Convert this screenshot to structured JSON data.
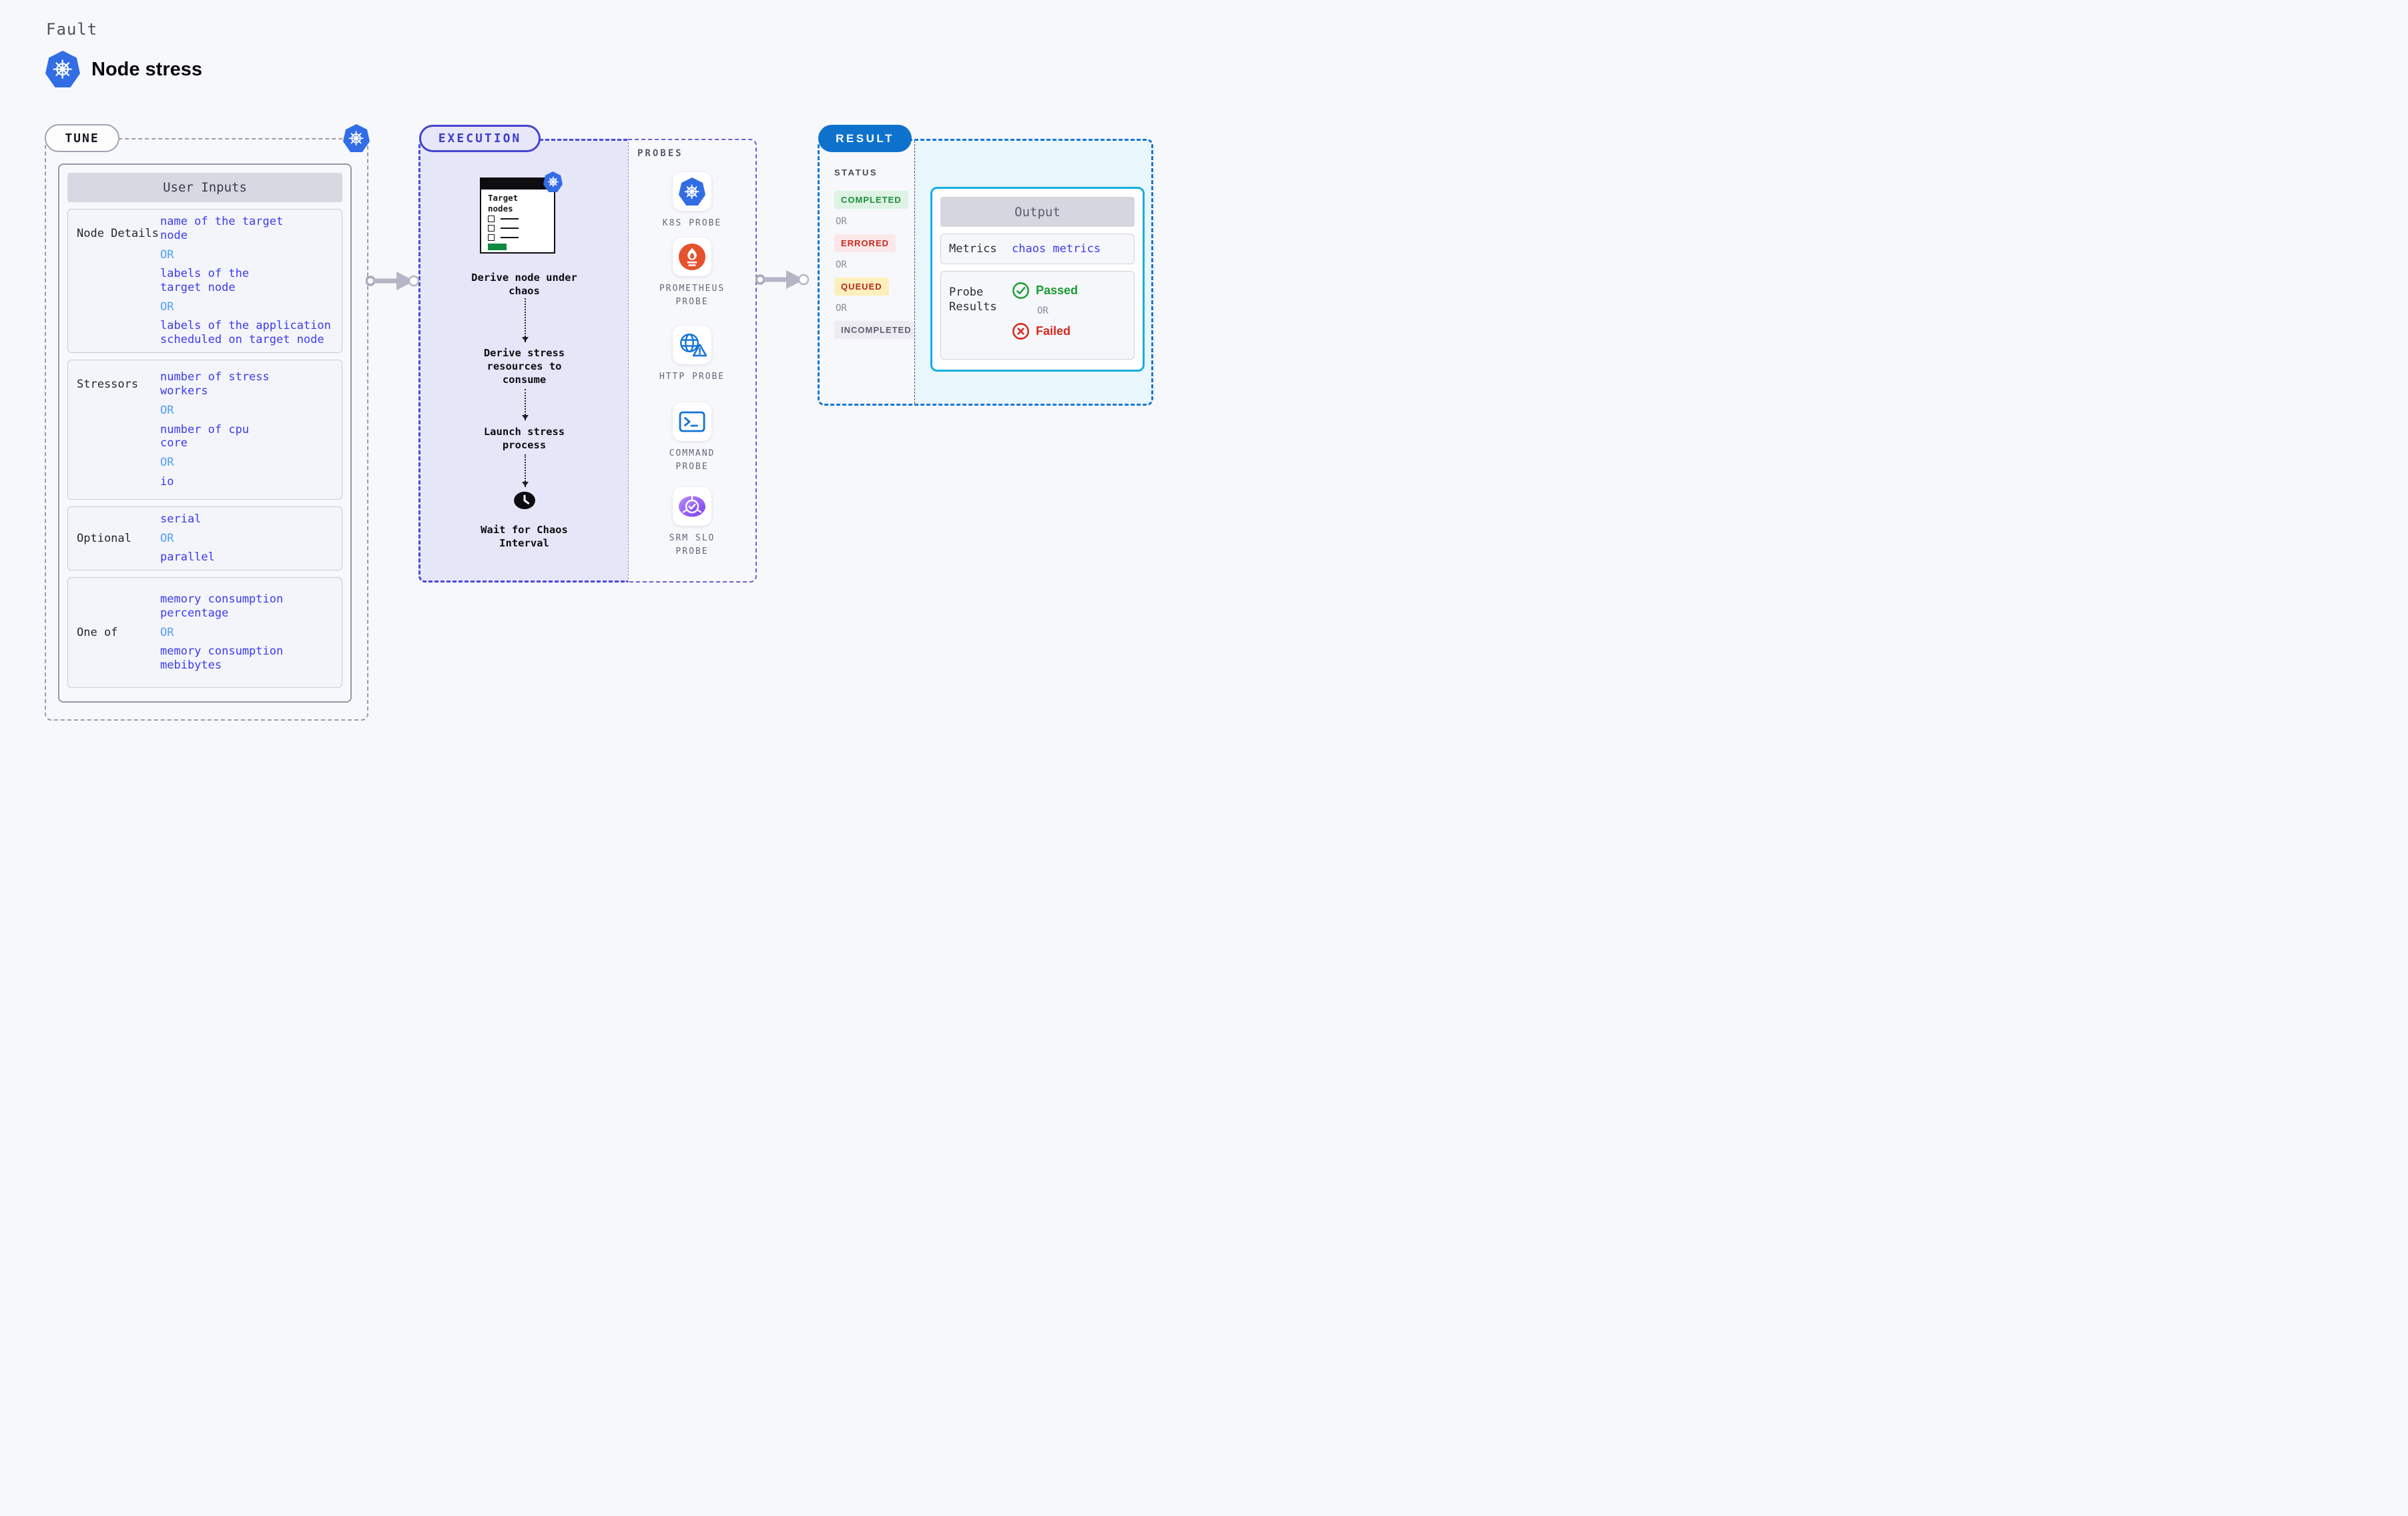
{
  "header": {
    "eyebrow": "Fault",
    "title": "Node stress"
  },
  "shared": {
    "or": "OR"
  },
  "tune": {
    "pill": "TUNE",
    "header": "User Inputs",
    "rows": [
      {
        "label": "Node Details",
        "values": [
          "name of the target\nnode",
          "labels of the\ntarget node",
          "labels of the application\nscheduled on target node"
        ]
      },
      {
        "label": "Stressors",
        "values": [
          "number of stress\nworkers",
          "number of cpu\ncore",
          "io"
        ]
      },
      {
        "label": "Optional",
        "values": [
          "serial",
          "parallel"
        ]
      },
      {
        "label": "One of",
        "values": [
          "memory consumption\npercentage",
          "memory consumption\nmebibytes"
        ]
      }
    ]
  },
  "execution": {
    "pill": "EXECUTION",
    "target_card_title": "Target nodes",
    "steps": [
      "Derive node under\nchaos",
      "Derive stress\nresources to\nconsume",
      "Launch stress\nprocess",
      "Wait for Chaos\nInterval"
    ]
  },
  "probes": {
    "heading": "PROBES",
    "items": [
      {
        "label": "K8S PROBE",
        "icon": "kubernetes-icon"
      },
      {
        "label": "PROMETHEUS\nPROBE",
        "icon": "prometheus-icon"
      },
      {
        "label": "HTTP PROBE",
        "icon": "http-globe-warning-icon"
      },
      {
        "label": "COMMAND\nPROBE",
        "icon": "terminal-icon"
      },
      {
        "label": "SRM SLO\nPROBE",
        "icon": "slo-pie-check-icon"
      }
    ]
  },
  "result": {
    "pill": "RESULT",
    "status_heading": "STATUS",
    "statuses": [
      {
        "label": "COMPLETED",
        "fg": "#1b8e3e",
        "bg": "#def3e3"
      },
      {
        "label": "ERRORED",
        "fg": "#c8271f",
        "bg": "#fbe7e8"
      },
      {
        "label": "QUEUED",
        "fg": "#b3271d",
        "bg": "#fdefbb"
      },
      {
        "label": "INCOMPLETED",
        "fg": "#5d5f70",
        "bg": "#ececf2"
      }
    ],
    "output": {
      "header": "Output",
      "metrics_label": "Metrics",
      "metrics_value": "chaos metrics",
      "probe_results_label": "Probe\nResults",
      "passed": "Passed",
      "failed": "Failed"
    }
  },
  "colors": {
    "accent_indigo": "#4b4bd4",
    "accent_blue": "#0e72cc",
    "accent_cyan": "#14aee0",
    "value_blue": "#3a3af0",
    "or_blue": "#4f9ef5",
    "passed_green": "#189a30",
    "failed_red": "#d8271c",
    "kubernetes_blue": "#326de6",
    "prometheus_orange": "#e6522c",
    "clipboard_green": "#0e8a43"
  }
}
